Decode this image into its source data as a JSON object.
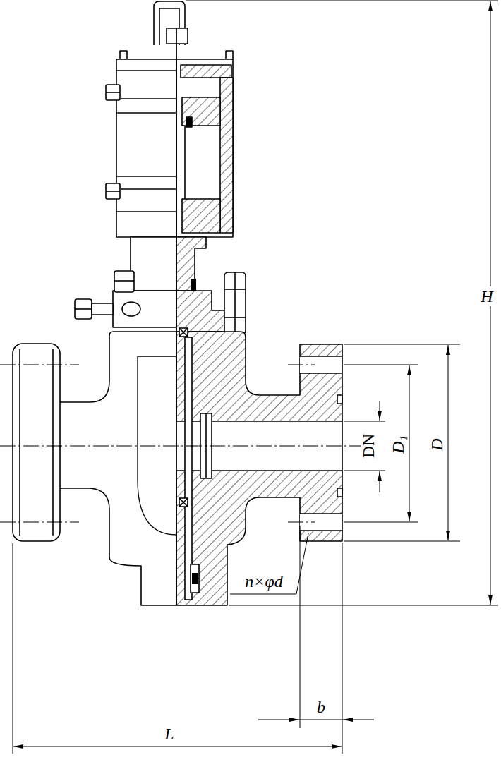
{
  "diagram": {
    "labels": [
      "H",
      "DN",
      "D₁",
      "D",
      "n×φd",
      "b",
      "L"
    ]
  }
}
